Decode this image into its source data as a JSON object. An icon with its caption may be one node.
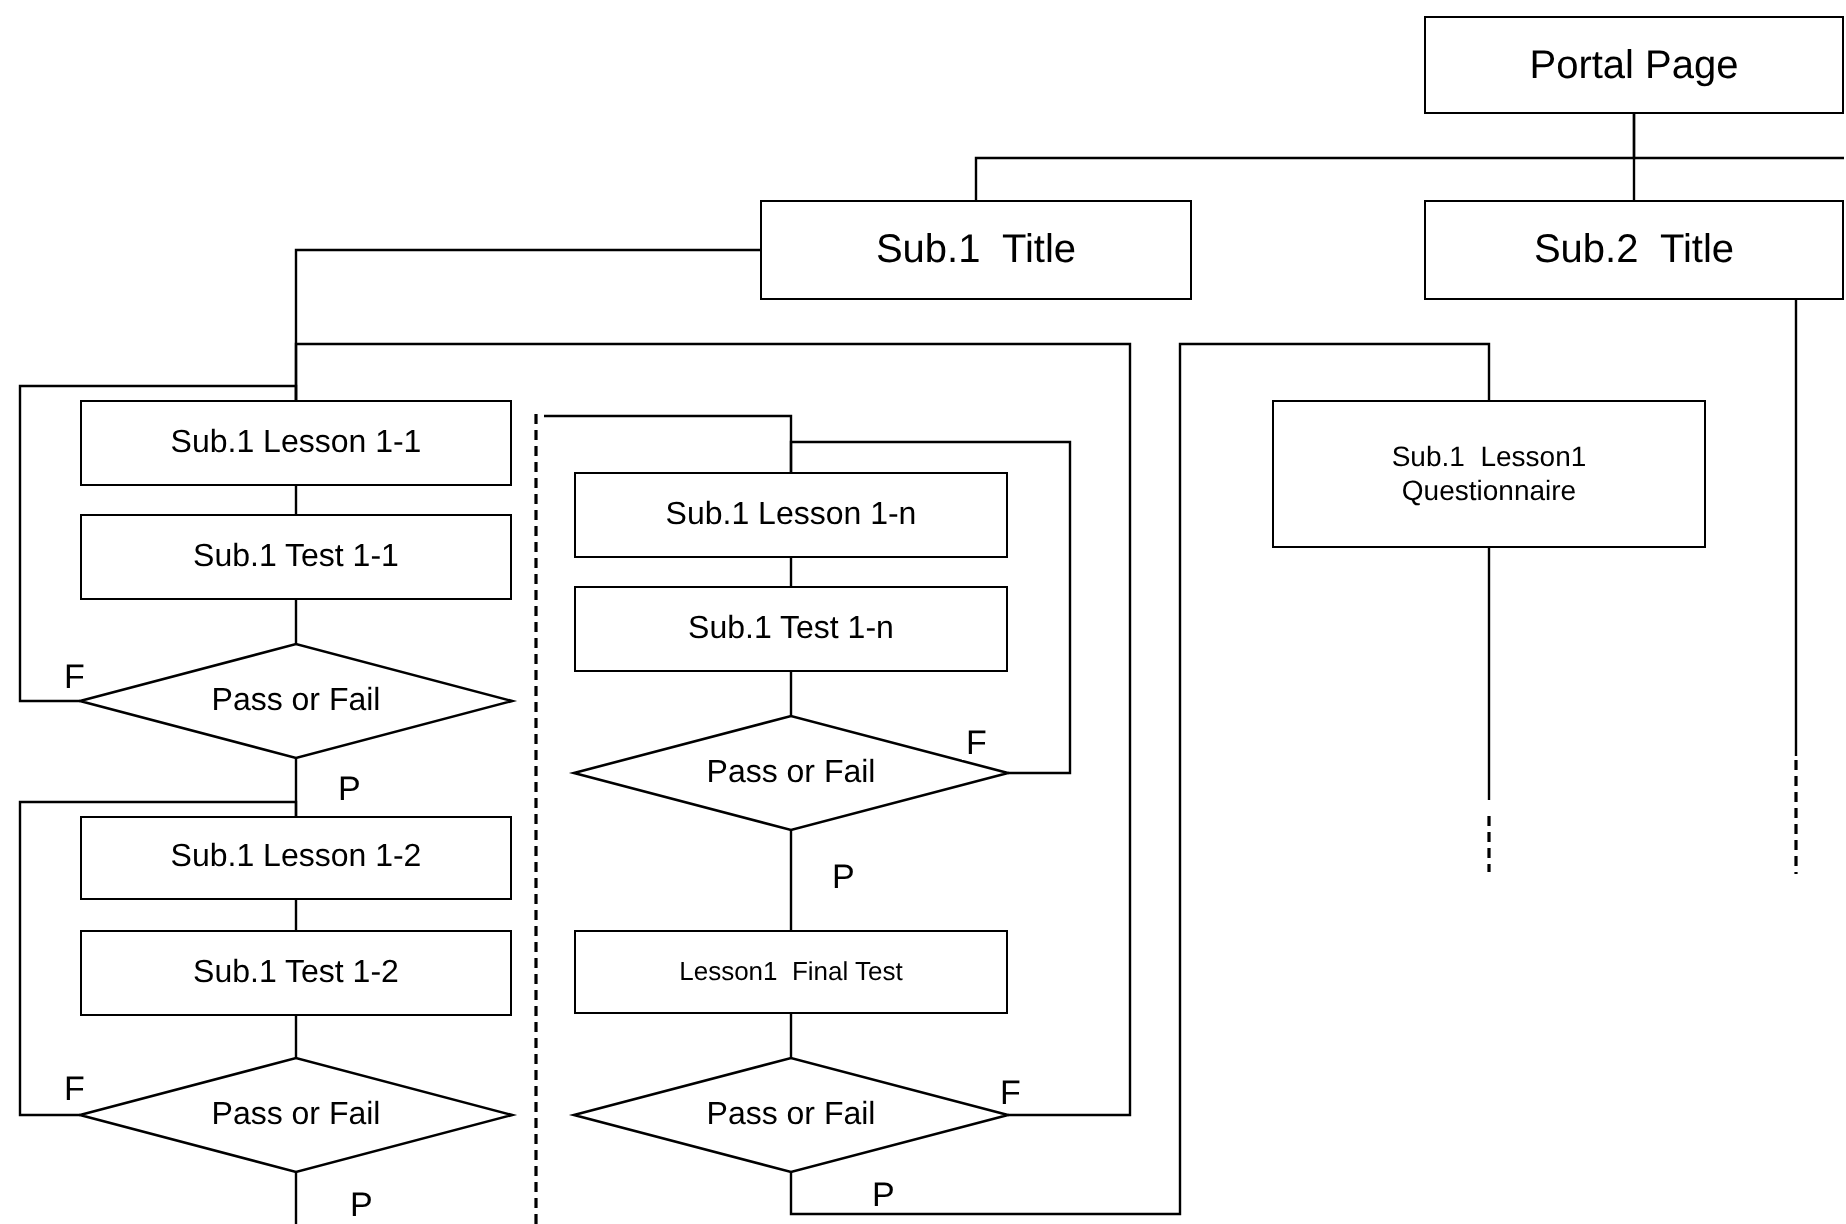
{
  "diagram": {
    "nodes": [
      {
        "text": [
          "Portal Page"
        ]
      },
      {
        "text": [
          "Sub.1  Title"
        ]
      },
      {
        "text": [
          "Sub.2  Title"
        ]
      },
      {
        "text": [
          "Sub.1 Lesson 1-1"
        ]
      },
      {
        "text": [
          "Sub.1 Test 1-1"
        ]
      },
      {
        "text": [
          "Pass or Fail"
        ]
      },
      {
        "text": [
          "Sub.1 Lesson 1-2"
        ]
      },
      {
        "text": [
          "Sub.1 Test 1-2"
        ]
      },
      {
        "text": [
          "Pass or Fail"
        ]
      },
      {
        "text": [
          "Sub.1 Lesson 1-n"
        ]
      },
      {
        "text": [
          "Sub.1 Test 1-n"
        ]
      },
      {
        "text": [
          "Pass or Fail"
        ]
      },
      {
        "text": [
          "Lesson1  Final Test"
        ]
      },
      {
        "text": [
          "Pass or Fail"
        ]
      },
      {
        "text": [
          "Sub.1  Lesson1 Questionnaire"
        ]
      }
    ],
    "edges": [
      {
        "from": 0,
        "to": 1,
        "arrow": "none"
      },
      {
        "from": 0,
        "to": 2,
        "arrow": "none"
      },
      {
        "from": 1,
        "to": 3,
        "arrow": "none"
      },
      {
        "from": 3,
        "to": 4,
        "arrow": "none"
      },
      {
        "from": 4,
        "to": 5,
        "arrow": "none"
      },
      {
        "from": 5,
        "to": 3,
        "arrow": "none",
        "label": "F"
      },
      {
        "from": 5,
        "to": 6,
        "arrow": "none",
        "label": "P"
      },
      {
        "from": 6,
        "to": 7,
        "arrow": "none"
      },
      {
        "from": 7,
        "to": 8,
        "arrow": "none"
      },
      {
        "from": 8,
        "to": 6,
        "arrow": "none",
        "label": "F"
      },
      {
        "from": 8,
        "to": null,
        "arrow": "none",
        "label": "P"
      },
      {
        "from": null,
        "to": 9,
        "arrow": "none"
      },
      {
        "from": 9,
        "to": 10,
        "arrow": "none"
      },
      {
        "from": 10,
        "to": 11,
        "arrow": "none"
      },
      {
        "from": 11,
        "to": 9,
        "arrow": "none",
        "label": "F"
      },
      {
        "from": 11,
        "to": 12,
        "arrow": "none",
        "label": "P"
      },
      {
        "from": 12,
        "to": 13,
        "arrow": "none"
      },
      {
        "from": 13,
        "to": 3,
        "arrow": "none",
        "label": "F"
      },
      {
        "from": 13,
        "to": 14,
        "arrow": "none",
        "label": "P"
      },
      {
        "from": 2,
        "to": null,
        "arrow": "none"
      },
      {
        "from": 14,
        "to": null,
        "arrow": "none"
      }
    ]
  }
}
